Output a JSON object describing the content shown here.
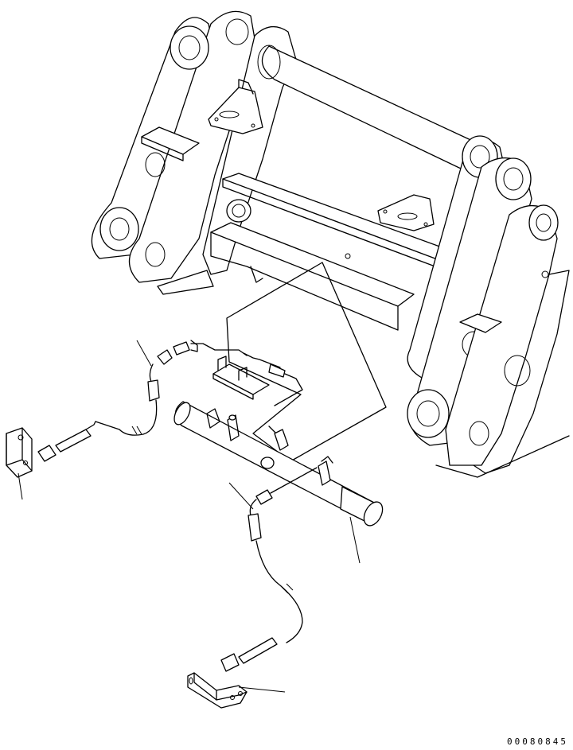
{
  "diagram": {
    "document_code": "00080845",
    "parts": [
      {
        "name": "quick-coupler-frame"
      },
      {
        "name": "hydraulic-cylinder"
      },
      {
        "name": "pin-bracket-plate"
      },
      {
        "name": "upper-hose-assembly"
      },
      {
        "name": "lower-hose-assembly"
      },
      {
        "name": "upper-mounting-clamp"
      },
      {
        "name": "lower-mounting-clamp"
      }
    ],
    "colors": {
      "line": "#000000",
      "background": "#ffffff"
    }
  }
}
